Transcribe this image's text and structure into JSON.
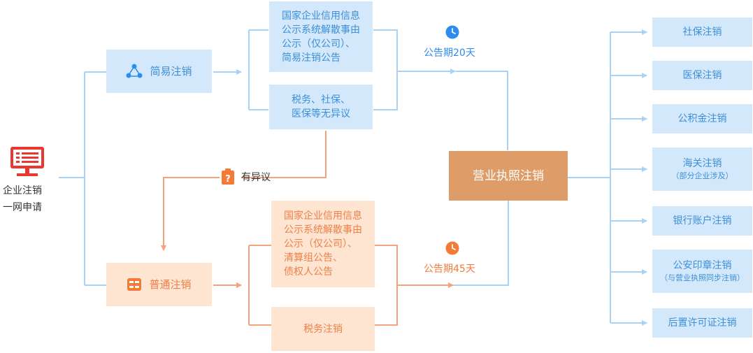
{
  "start": {
    "label_line1": "企业注销",
    "label_line2": "一网申请"
  },
  "simple": {
    "label": "简易注销",
    "notice": "国家企业信用信息\n公示系统解散事由\n公示（仅公司）、\n简易注销公告",
    "no_objection": "税务、社保、\n医保等无异议",
    "period": "公告期20天"
  },
  "objection": {
    "label": "有异议"
  },
  "ordinary": {
    "label": "普通注销",
    "notice": "国家企业信用信息\n公示系统解散事由\n公示（仅公司）、\n清算组公告、\n债权人公告",
    "tax": "税务注销",
    "period": "公告期45天"
  },
  "license": {
    "label": "营业执照注销"
  },
  "outcomes": [
    {
      "label": "社保注销",
      "sub": ""
    },
    {
      "label": "医保注销",
      "sub": ""
    },
    {
      "label": "公积金注销",
      "sub": ""
    },
    {
      "label": "海关注销",
      "sub": "（部分企业涉及）"
    },
    {
      "label": "银行账户注销",
      "sub": ""
    },
    {
      "label": "公安印章注销",
      "sub": "（与营业执照同步注销）"
    },
    {
      "label": "后置许可证注销",
      "sub": ""
    }
  ],
  "colors": {
    "blue_line": "#a9d2f5",
    "orange_line": "#f6a27a",
    "license_bg": "#de9d68",
    "icon_blue": "#2d8cf0",
    "icon_orange": "#f57a36",
    "monitor_red": "#e8382f"
  }
}
